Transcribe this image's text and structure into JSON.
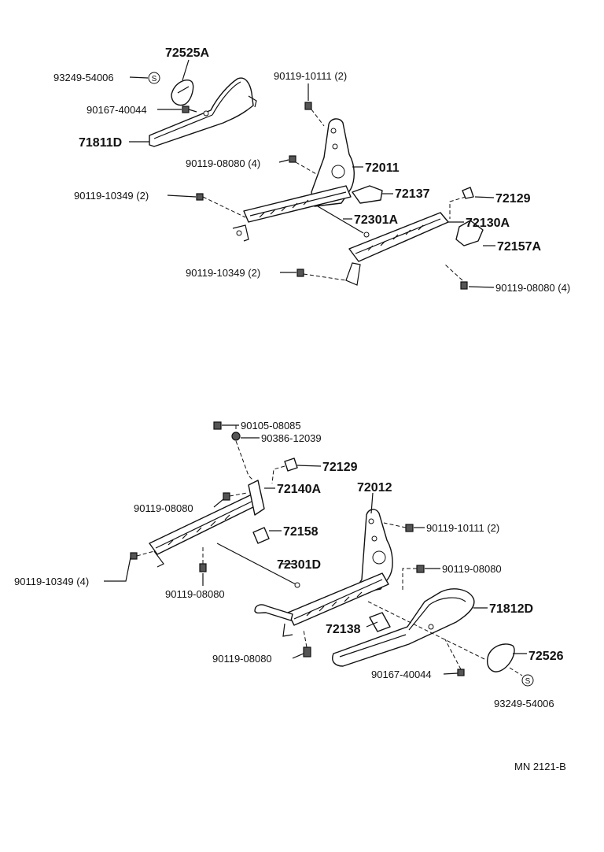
{
  "top_assembly": {
    "labels": {
      "p72525A": "72525A",
      "p93249_54006": "93249-54006",
      "p90167_40044": "90167-40044",
      "p71811D": "71811D",
      "p90119_10111_2": "90119-10111 (2)",
      "p90119_08080_4": "90119-08080 (4)",
      "p72011": "72011",
      "p90119_10349_2a": "90119-10349 (2)",
      "p72137": "72137",
      "p72129": "72129",
      "p72301A": "72301A",
      "p72130A": "72130A",
      "p72157A": "72157A",
      "p90119_10349_2b": "90119-10349 (2)",
      "p90119_08080_4b": "90119-08080 (4)"
    }
  },
  "bottom_assembly": {
    "labels": {
      "p90105_08085": "90105-08085",
      "p90386_12039": "90386-12039",
      "p72129": "72129",
      "p72140A": "72140A",
      "p90119_08080a": "90119-08080",
      "p72012": "72012",
      "p72158": "72158",
      "p90119_10111_2": "90119-10111 (2)",
      "p90119_10349_4": "90119-10349 (4)",
      "p72301D": "72301D",
      "p90119_08080b": "90119-08080",
      "p90119_08080c": "90119-08080",
      "p71812D": "71812D",
      "p72138": "72138",
      "p72526": "72526",
      "p90119_08080d": "90119-08080",
      "p90167_40044": "90167-40044",
      "p93249_54006": "93249-54006"
    }
  },
  "washer_symbol": "S",
  "diagram_code": "MN 2121-B"
}
